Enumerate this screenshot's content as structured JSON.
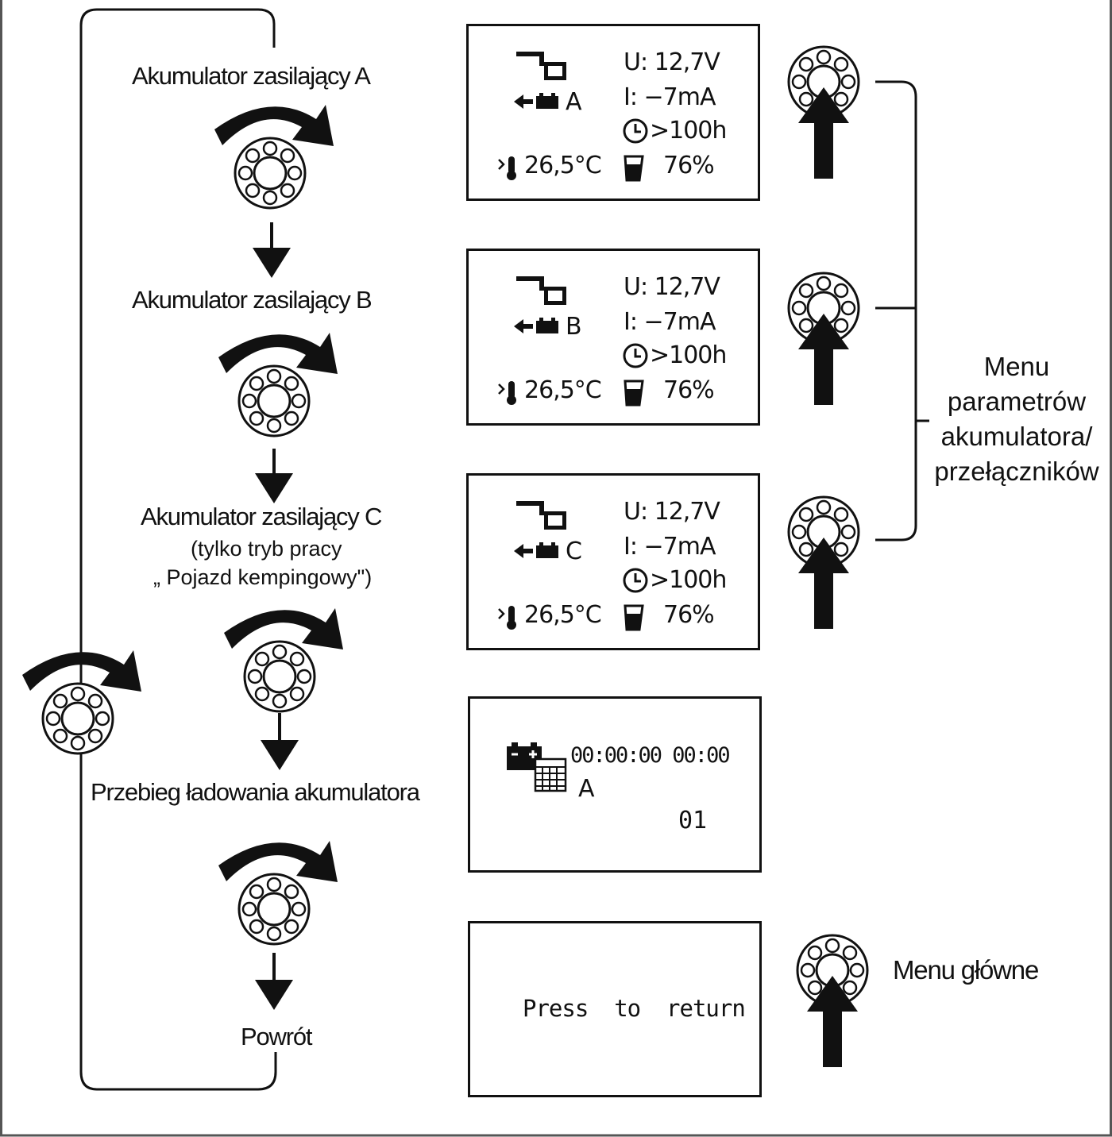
{
  "flow": {
    "step_a": "Akumulator zasilający A",
    "step_b": "Akumulator zasilający  B",
    "step_c": "Akumulator zasilający C",
    "step_c_note_1": "(tylko tryb pracy",
    "step_c_note_2": "„ Pojazd kempingowy\")",
    "step_history": "Przebieg ładowania akumulatora",
    "step_return": "Powrót"
  },
  "screens": [
    {
      "battery": "A",
      "voltage": "U: 12,7V",
      "current": "I: −7mA",
      "time": ">100h",
      "temperature": "26,5°C",
      "charge": "76%"
    },
    {
      "battery": "B",
      "voltage": "U: 12,7V",
      "current": "I: −7mA",
      "time": ">100h",
      "temperature": "26,5°C",
      "charge": "76%"
    },
    {
      "battery": "C",
      "voltage": "U: 12,7V",
      "current": "I: −7mA",
      "time": ">100h",
      "temperature": "26,5°C",
      "charge": "76%"
    }
  ],
  "history_screen": {
    "datetime": "00:00:00 00:00",
    "battery": "A",
    "index": "01"
  },
  "return_screen": {
    "text": "Press  to  return"
  },
  "side_labels": {
    "params_1": "Menu",
    "params_2": "parametrów",
    "params_3": "akumulatora/",
    "params_4": "przełączników",
    "main_menu": "Menu główne"
  },
  "icons": {
    "knob": "rotary-knob-icon",
    "rotate": "rotate-arrow-icon",
    "press": "press-arrow-icon",
    "battery_link": "battery-connection-icon",
    "thermometer": "thermometer-icon",
    "clock": "clock-icon",
    "charge": "charge-level-icon",
    "history": "battery-calendar-icon"
  }
}
